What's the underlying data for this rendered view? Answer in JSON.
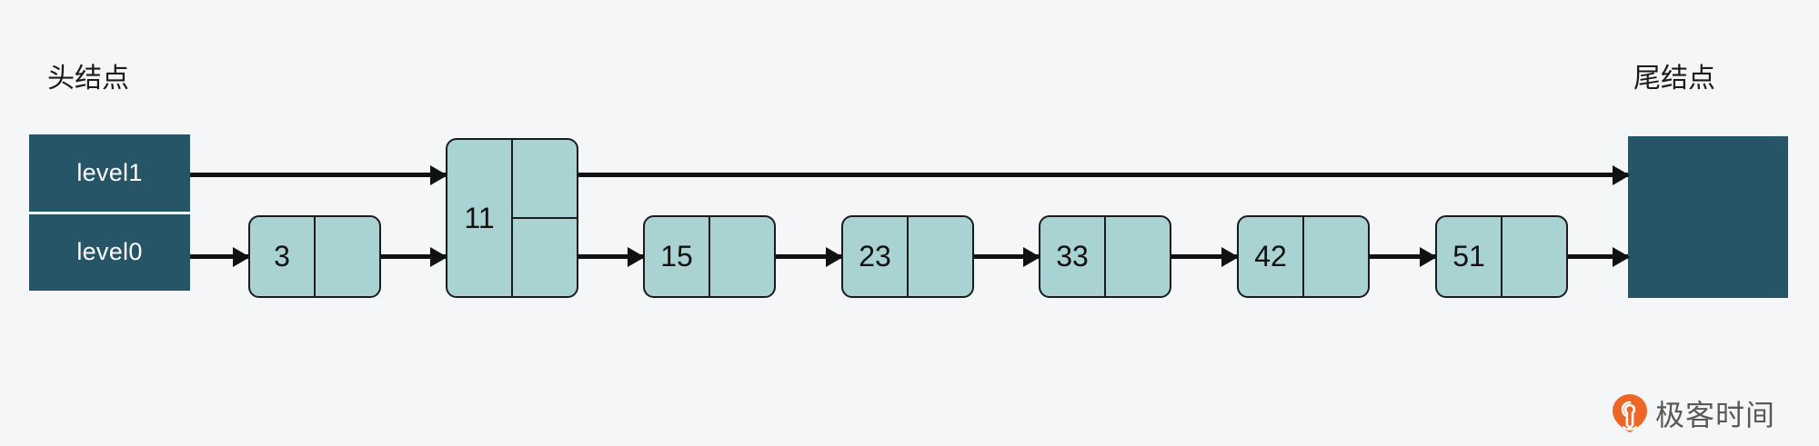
{
  "diagram": {
    "title": "skip-list-structure",
    "background_color": "#f4f6f8",
    "node_fill_color": "#a9d2d2",
    "sentinel_color": "#255566",
    "stroke_color": "#111111"
  },
  "captions": {
    "head": "头结点",
    "tail": "尾结点"
  },
  "head_node": {
    "levels": [
      {
        "label": "level1"
      },
      {
        "label": "level0"
      }
    ]
  },
  "tail_node": {
    "label": ""
  },
  "nodes": [
    {
      "key": "3",
      "levels": 1
    },
    {
      "key": "11",
      "levels": 2
    },
    {
      "key": "15",
      "levels": 1
    },
    {
      "key": "23",
      "levels": 1
    },
    {
      "key": "33",
      "levels": 1
    },
    {
      "key": "42",
      "levels": 1
    },
    {
      "key": "51",
      "levels": 1
    }
  ],
  "logo": {
    "text": "极客时间",
    "mark_color": "#ec6726",
    "text_color": "#595959"
  }
}
